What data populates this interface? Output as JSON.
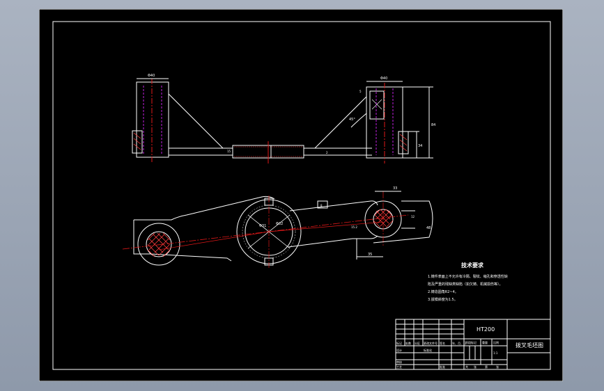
{
  "colors": {
    "outline": "#ffffff",
    "centerline": "#e01818",
    "hidden": "#c020e0",
    "hatch": "#ff4040"
  },
  "drawing": {
    "material": "HT200",
    "title": "拨叉毛坯图",
    "tech_heading": "技术要求",
    "tech_notes": [
      "1.铸件表面上不允许有冷隔、裂纹、缩孔和穿透性缺",
      "陷及严重的残缺类缺陷（如欠铸、机械损伤等）。",
      "2.铸造圆角R2~4。",
      "3.拔模斜度为1.5。"
    ],
    "dims": {
      "top_left": "Φ40",
      "top_right": "Φ40",
      "angle": "45°",
      "height_right": "84",
      "height_small": "34",
      "center": "15",
      "r33": "33",
      "d12": "12",
      "r_center": "15.2",
      "d35": "35",
      "d8": "8",
      "d5": "5",
      "d2": "2",
      "side_r": "48",
      "bore_left": "Φ31",
      "bore_right": "Φ32"
    },
    "title_block": {
      "row_labels": [
        "标记",
        "处数",
        "分区",
        "更改文件号",
        "签名",
        "年、月、日"
      ],
      "left_labels": [
        "设计",
        "审核",
        "工艺"
      ],
      "mid_labels": [
        "标准化",
        "批准"
      ],
      "stage_labels": [
        "阶段标记",
        "重量",
        "比例"
      ],
      "scale": "1:1",
      "sheet_labels": [
        "共",
        "张",
        "第",
        "张"
      ]
    }
  }
}
